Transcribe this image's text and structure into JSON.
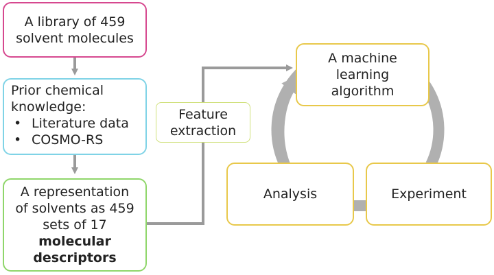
{
  "colors": {
    "pink": "#d6488f",
    "cyan": "#7fd3e6",
    "green": "#8fd66a",
    "yellow": "#e8c84a",
    "olive_yellow": "#cfe07a",
    "arrow_grey": "#9a9a9a",
    "cycle_grey": "#b0b0b0"
  },
  "library_box": {
    "line1": "A library of 459",
    "line2": "solvent molecules"
  },
  "prior_box": {
    "line1": "Prior chemical",
    "line2": "knowledge:",
    "bullets": [
      "Literature data",
      "COSMO-RS"
    ]
  },
  "representation_box": {
    "line1": "A representation",
    "line2": "of solvents as 459",
    "line3": "sets of 17",
    "line4": "molecular",
    "line5": "descriptors"
  },
  "feature_box": {
    "line1": "Feature",
    "line2": "extraction"
  },
  "ml_box": {
    "line1": "A machine",
    "line2": "learning",
    "line3": "algorithm"
  },
  "analysis_box": {
    "label": "Analysis"
  },
  "experiment_box": {
    "label": "Experiment"
  }
}
